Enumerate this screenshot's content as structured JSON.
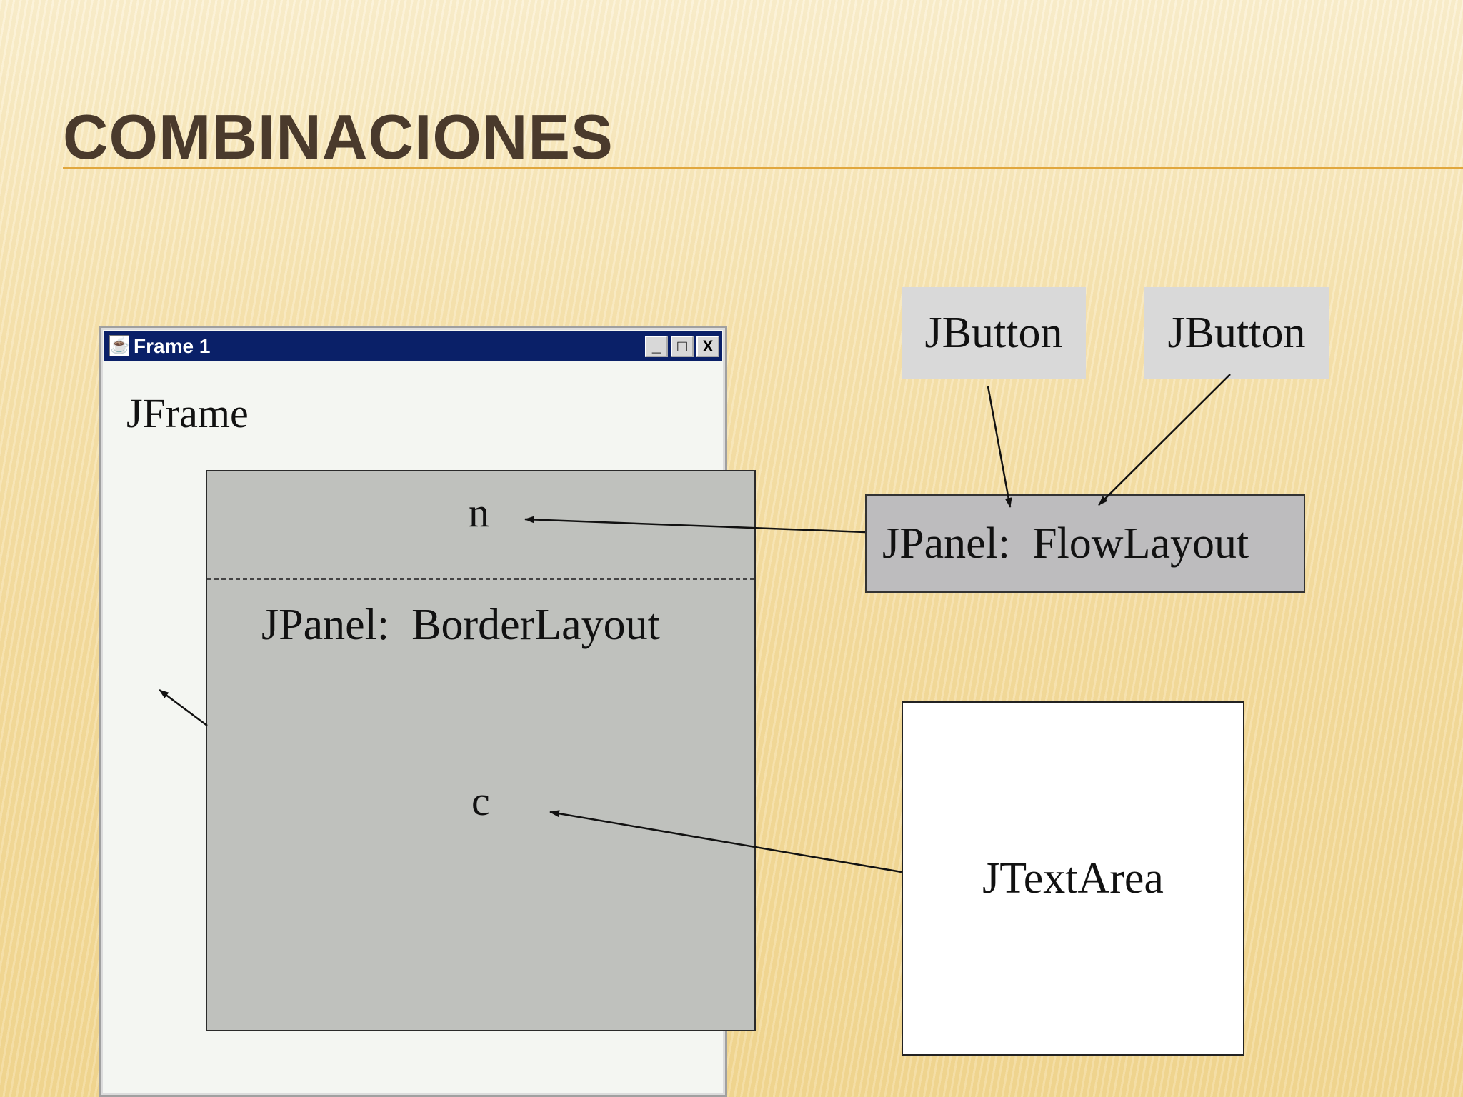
{
  "slide": {
    "title": "COMBINACIONES"
  },
  "frame_window": {
    "title": "Frame 1",
    "minimize_glyph": "_",
    "maximize_glyph": "□",
    "close_glyph": "X",
    "label": "JFrame"
  },
  "border_panel": {
    "north_label": "n",
    "layout_label": "JPanel:  BorderLayout",
    "center_label": "c"
  },
  "flow_panel": {
    "label": "JPanel:  FlowLayout"
  },
  "buttons": [
    {
      "label": "JButton"
    },
    {
      "label": "JButton"
    }
  ],
  "text_area": {
    "label": "JTextArea"
  },
  "colors": {
    "title": "#4a3a2c",
    "title_rule": "#e1a73d",
    "window_titlebar": "#0a2068",
    "panel_gray": "#bfc1bd",
    "button_gray": "#d9d9d9"
  }
}
